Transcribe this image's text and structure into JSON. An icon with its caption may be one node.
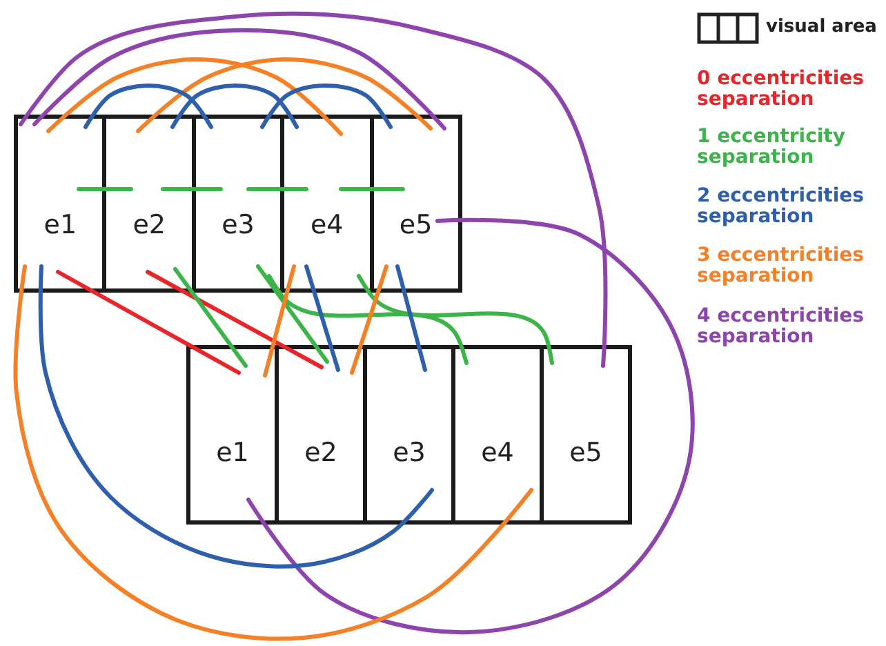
{
  "diagram": {
    "nodes": [
      {
        "text": [
          "e1"
        ]
      },
      {
        "text": [
          "e2"
        ]
      },
      {
        "text": [
          "e3"
        ]
      },
      {
        "text": [
          "e4"
        ]
      },
      {
        "text": [
          "e5"
        ]
      },
      {
        "text": [
          "e1"
        ]
      },
      {
        "text": [
          "e2"
        ]
      },
      {
        "text": [
          "e3"
        ]
      },
      {
        "text": [
          "e4"
        ]
      },
      {
        "text": [
          "e5"
        ]
      }
    ],
    "edges": [
      {
        "from": 0,
        "to": 9,
        "arrow": "none",
        "color": "#8e44ad"
      },
      {
        "from": 0,
        "to": 4,
        "arrow": "none",
        "color": "#8e44ad"
      },
      {
        "from": 0,
        "to": 3,
        "arrow": "none",
        "color": "#f58025"
      },
      {
        "from": 1,
        "to": 4,
        "arrow": "none",
        "color": "#f58025"
      },
      {
        "from": 0,
        "to": 2,
        "arrow": "none",
        "color": "#2e5fad"
      },
      {
        "from": 1,
        "to": 3,
        "arrow": "none",
        "color": "#2e5fad"
      },
      {
        "from": 2,
        "to": 4,
        "arrow": "none",
        "color": "#2e5fad"
      },
      {
        "from": 0,
        "to": 1,
        "arrow": "none",
        "color": "#3cb44a"
      },
      {
        "from": 1,
        "to": 2,
        "arrow": "none",
        "color": "#3cb44a"
      },
      {
        "from": 2,
        "to": 3,
        "arrow": "none",
        "color": "#3cb44a"
      },
      {
        "from": 3,
        "to": 4,
        "arrow": "none",
        "color": "#3cb44a"
      },
      {
        "from": 4,
        "to": 5,
        "arrow": "none",
        "color": "#8e44ad"
      },
      {
        "from": 0,
        "to": 5,
        "arrow": "none",
        "color": "#e8262a"
      },
      {
        "from": 1,
        "to": 6,
        "arrow": "none",
        "color": "#e8262a"
      },
      {
        "from": 1,
        "to": 5,
        "arrow": "none",
        "color": "#3cb44a"
      },
      {
        "from": 2,
        "to": 6,
        "arrow": "none",
        "color": "#3cb44a"
      },
      {
        "from": 2,
        "to": 8,
        "arrow": "none",
        "color": "#3cb44a"
      },
      {
        "from": 3,
        "to": 9,
        "arrow": "none",
        "color": "#3cb44a"
      },
      {
        "from": 3,
        "to": 5,
        "arrow": "none",
        "color": "#f58025"
      },
      {
        "from": 4,
        "to": 6,
        "arrow": "none",
        "color": "#f58025"
      },
      {
        "from": 3,
        "to": 6,
        "arrow": "none",
        "color": "#2e5fad"
      },
      {
        "from": 4,
        "to": 7,
        "arrow": "none",
        "color": "#2e5fad"
      },
      {
        "from": 0,
        "to": 8,
        "arrow": "none",
        "color": "#f58025"
      },
      {
        "from": 0,
        "to": 7,
        "arrow": "none",
        "color": "#2e5fad"
      }
    ],
    "legend": [
      {
        "text": "visual area"
      },
      {
        "text": "0 eccentricities separation",
        "color": "#e8262a"
      },
      {
        "text": "1 eccentricity separation",
        "color": "#3cb44a"
      },
      {
        "text": "2 eccentricities separation",
        "color": "#2e5fad"
      },
      {
        "text": "3 eccentricities separation",
        "color": "#f58025"
      },
      {
        "text": "4 eccentricities separation",
        "color": "#8e44ad"
      }
    ]
  }
}
